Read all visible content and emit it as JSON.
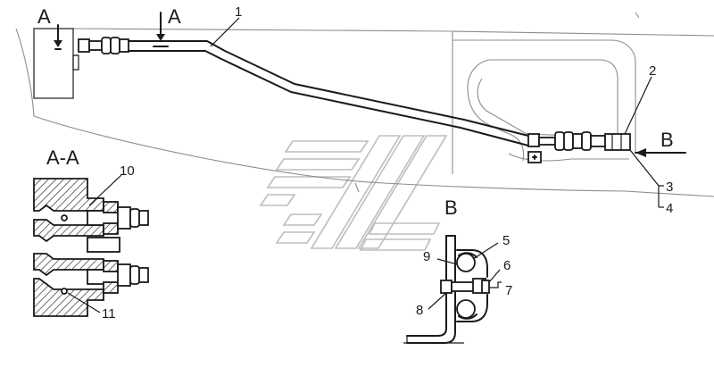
{
  "section_labels": {
    "view_a_left": "A",
    "view_a_right": "A",
    "section_aa": "A-A",
    "view_b_arrow": "B",
    "view_b_title": "B"
  },
  "callouts": {
    "c1": "1",
    "c2": "2",
    "c3": "3",
    "c4": "4",
    "c5": "5",
    "c6": "6",
    "c7": "7",
    "c8": "8",
    "c9": "9",
    "c10": "10",
    "c11": "11"
  },
  "colors": {
    "line": "#1a1a1a",
    "background_outline": "#8c8c8c",
    "watermark": "#bdbdbd"
  },
  "icons": {
    "watermark": "striped-logo-watermark"
  }
}
